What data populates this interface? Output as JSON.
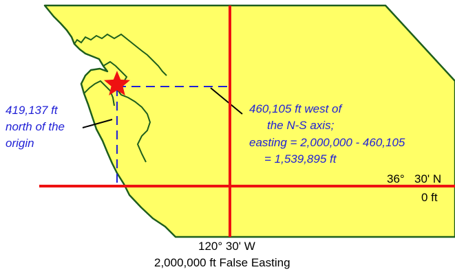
{
  "annotations": {
    "north_offset": [
      "419,137 ft",
      "north of the",
      "origin"
    ],
    "west_offset": [
      "460,105 ft west of",
      "the N-S axis;",
      "easting = 2,000,000 - 460,105",
      "= 1,539,895 ft"
    ]
  },
  "latitude": {
    "degrees": "36°",
    "minutes": "30' N",
    "value": "0 ft"
  },
  "meridian": {
    "label": "120°   30' W",
    "value": "2,000,000 ft False Easting"
  },
  "colors": {
    "land": "#ffff66",
    "coast": "#1d5e1d",
    "axis": "#ee1111",
    "dashed": "#1f1fd6",
    "star": "#ee1111",
    "text_blue": "#1f1fd6"
  },
  "icons": {
    "point": "star-icon"
  }
}
